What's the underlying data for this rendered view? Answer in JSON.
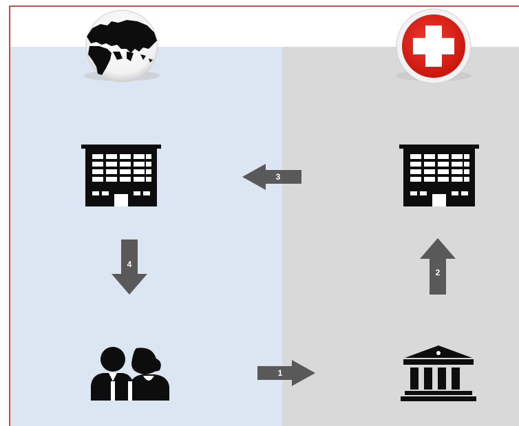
{
  "colors": {
    "frame_border": "#c0504d",
    "left_panel": "#dce6f2",
    "right_panel": "#d9d9d9",
    "arrow": "#595959",
    "icon": "#0d0d0d",
    "cross_circle": "#e1261c"
  },
  "icons": {
    "left_header": "globe-icon",
    "right_header": "swiss-cross-icon",
    "left_building": "office-building-icon",
    "right_building": "office-building-icon",
    "people": "people-icon",
    "institution": "bank-icon"
  },
  "arrows": [
    {
      "label": "1",
      "direction": "right"
    },
    {
      "label": "2",
      "direction": "up"
    },
    {
      "label": "3",
      "direction": "left"
    },
    {
      "label": "4",
      "direction": "down"
    }
  ]
}
